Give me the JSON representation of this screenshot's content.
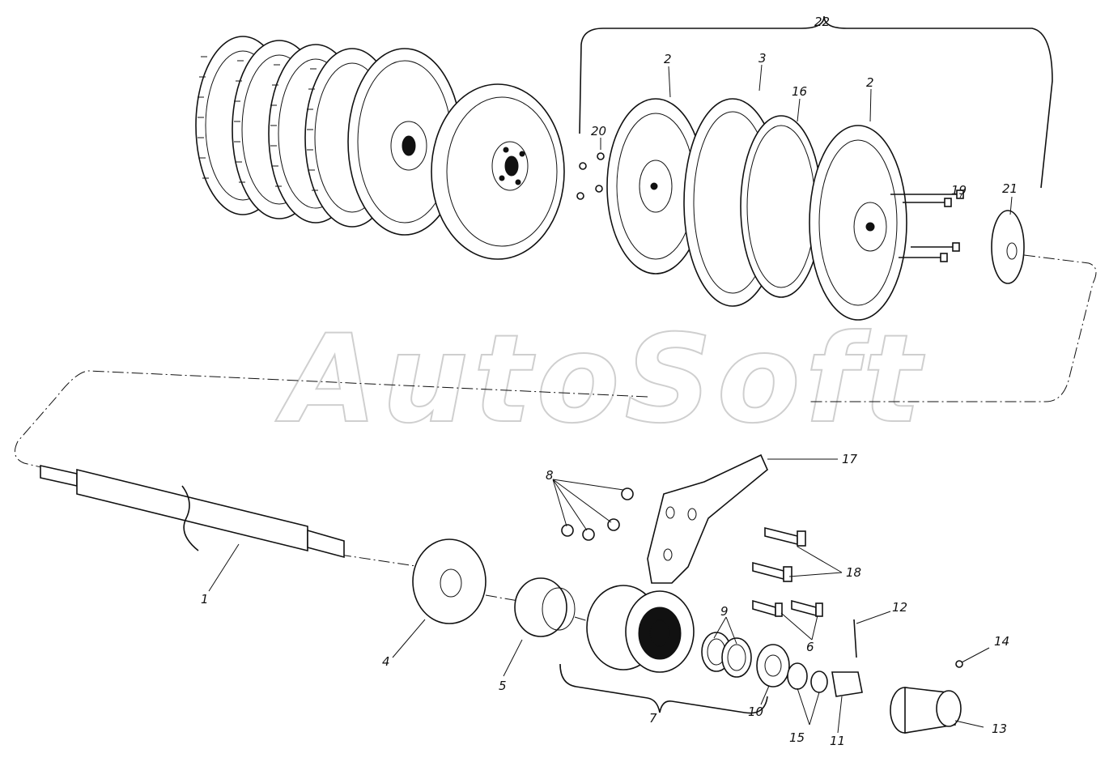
{
  "watermark": "AutoSoft",
  "callouts": [
    {
      "id": "1",
      "label": "1"
    },
    {
      "id": "2a",
      "label": "2"
    },
    {
      "id": "2b",
      "label": "2"
    },
    {
      "id": "3",
      "label": "3"
    },
    {
      "id": "4",
      "label": "4"
    },
    {
      "id": "5",
      "label": "5"
    },
    {
      "id": "6",
      "label": "6"
    },
    {
      "id": "7",
      "label": "7"
    },
    {
      "id": "8",
      "label": "8"
    },
    {
      "id": "9",
      "label": "9"
    },
    {
      "id": "10",
      "label": "10"
    },
    {
      "id": "11",
      "label": "11"
    },
    {
      "id": "12",
      "label": "12"
    },
    {
      "id": "13",
      "label": "13"
    },
    {
      "id": "14",
      "label": "14"
    },
    {
      "id": "15",
      "label": "15"
    },
    {
      "id": "16",
      "label": "16"
    },
    {
      "id": "17",
      "label": "17"
    },
    {
      "id": "18",
      "label": "18"
    },
    {
      "id": "19",
      "label": "19"
    },
    {
      "id": "20",
      "label": "20"
    },
    {
      "id": "21",
      "label": "21"
    },
    {
      "id": "22",
      "label": "22"
    }
  ]
}
